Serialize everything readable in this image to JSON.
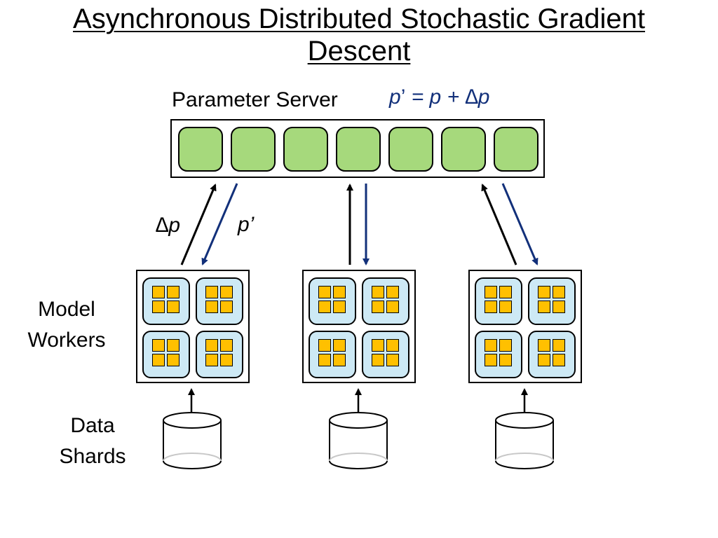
{
  "title": {
    "line1": "Asynchronous Distributed Stochastic Gradient",
    "line2": "Descent"
  },
  "parameter_server": {
    "label": "Parameter Server",
    "formula": {
      "p_prime": "p",
      "prime": "’",
      "equals_p_plus": " = p + ",
      "delta_p": "∆p"
    },
    "cell_count": 7
  },
  "arrow_labels": {
    "delta_p": "∆p",
    "p_prime": "p’"
  },
  "model_workers": {
    "label_line1": "Model",
    "label_line2": "Workers",
    "count": 3,
    "cores_per_worker": 4
  },
  "data_shards": {
    "label_line1": "Data",
    "label_line2": "Shards",
    "count": 3
  },
  "colors": {
    "parameter_cell": "#a6d97c",
    "worker_core": "#cde9f5",
    "core_unit": "#ffc000",
    "update_arrow": "#000000",
    "fetch_arrow": "#12307a"
  }
}
